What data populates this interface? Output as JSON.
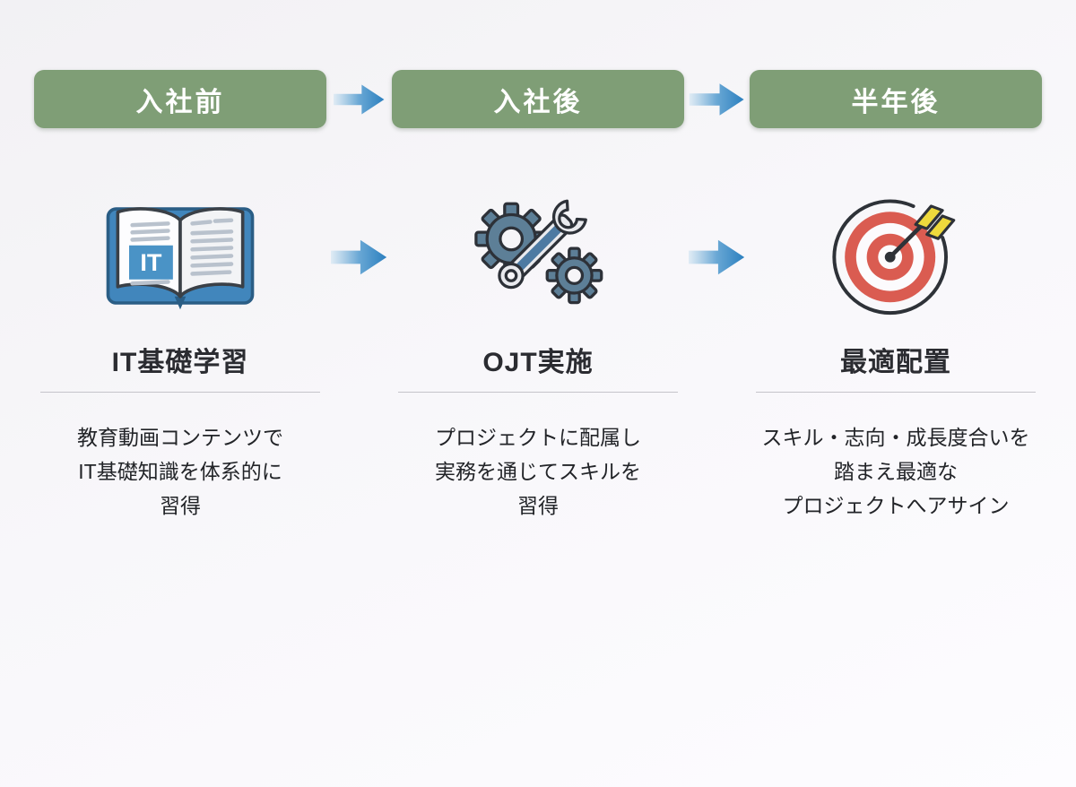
{
  "diagram": {
    "type": "process-flow",
    "language": "ja",
    "stage_count": 3,
    "flow_direction": "left-to-right"
  },
  "stages": [
    {
      "header": "入社前",
      "title": "IT基礎学習",
      "description": "教育動画コンテンツで\nIT基礎知識を体系的に\n習得",
      "icon": "open-book-it-icon",
      "icon_label": "IT"
    },
    {
      "header": "入社後",
      "title": "OJT実施",
      "description": "プロジェクトに配属し\n実務を通じてスキルを\n習得",
      "icon": "gears-wrench-icon"
    },
    {
      "header": "半年後",
      "title": "最適配置",
      "description": "スキル・志向・成長度合いを\n踏まえ最適な\nプロジェクトへアサイン",
      "icon": "dartboard-dart-icon"
    }
  ],
  "colors": {
    "header_bg": "#7f9e76",
    "header_text": "#ffffff",
    "arrow_blue_dark": "#2c80bf",
    "arrow_blue_light": "#dceaf4",
    "title_text": "#2b2c31",
    "desc_text": "#222428",
    "divider": "#c5c4ca",
    "book_cover_blue": "#4186bc",
    "gear_steel_blue": "#5d7f97",
    "target_red": "#da5c51",
    "fletching_yellow": "#eed93c",
    "outline_dark": "#2e3238"
  }
}
